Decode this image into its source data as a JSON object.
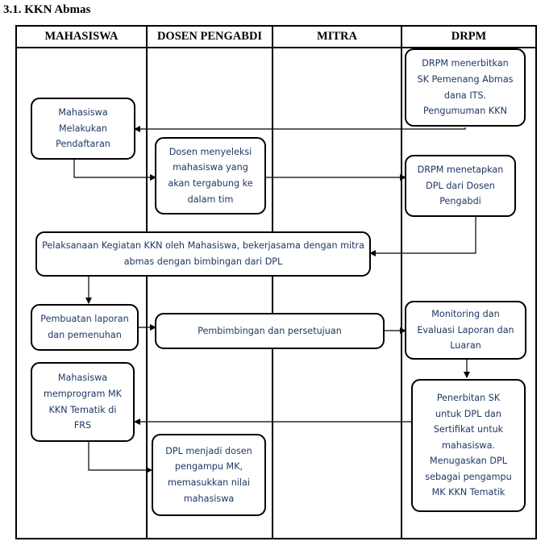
{
  "section_title": "3.1.  KKN Abmas",
  "lanes": [
    "MAHASISWA",
    "DOSEN PENGABDI",
    "MITRA",
    "DRPM"
  ],
  "steps": {
    "sk_pemenang": "DRPM menerbitkan\nSK Pemenang Abmas\ndana ITS.\nPengumuman KKN",
    "pendaftaran": "Mahasiswa\nMelakukan\nPendaftaran",
    "seleksi": "Dosen menyeleksi\nmahasiswa yang\nakan tergabung ke\ndalam tim",
    "tetapkan_dpl": "DRPM menetapkan\nDPL dari Dosen\nPengabdi",
    "pelaksanaan": "Pelaksanaan Kegiatan KKN oleh Mahasiswa, bekerjasama dengan mitra\nabmas dengan bimbingan dari DPL",
    "laporan": "Pembuatan laporan\ndan pemenuhan",
    "pembimbingan": "Pembimbingan dan persetujuan",
    "monitoring": "Monitoring dan\nEvaluasi Laporan dan\nLuaran",
    "memprogram_mk": "Mahasiswa\nmemprogram MK\nKKN Tematik di\nFRS",
    "penerbitan_sk": "Penerbitan SK\nuntuk DPL dan\nSertifikat untuk\nmahasiswa.\nMenugaskan DPL\nsebagai pengampu\nMK KKN Tematik",
    "dpl_pengampu": "DPL menjadi dosen\npengampu MK,\nmemasukkan nilai\nmahasiswa"
  }
}
